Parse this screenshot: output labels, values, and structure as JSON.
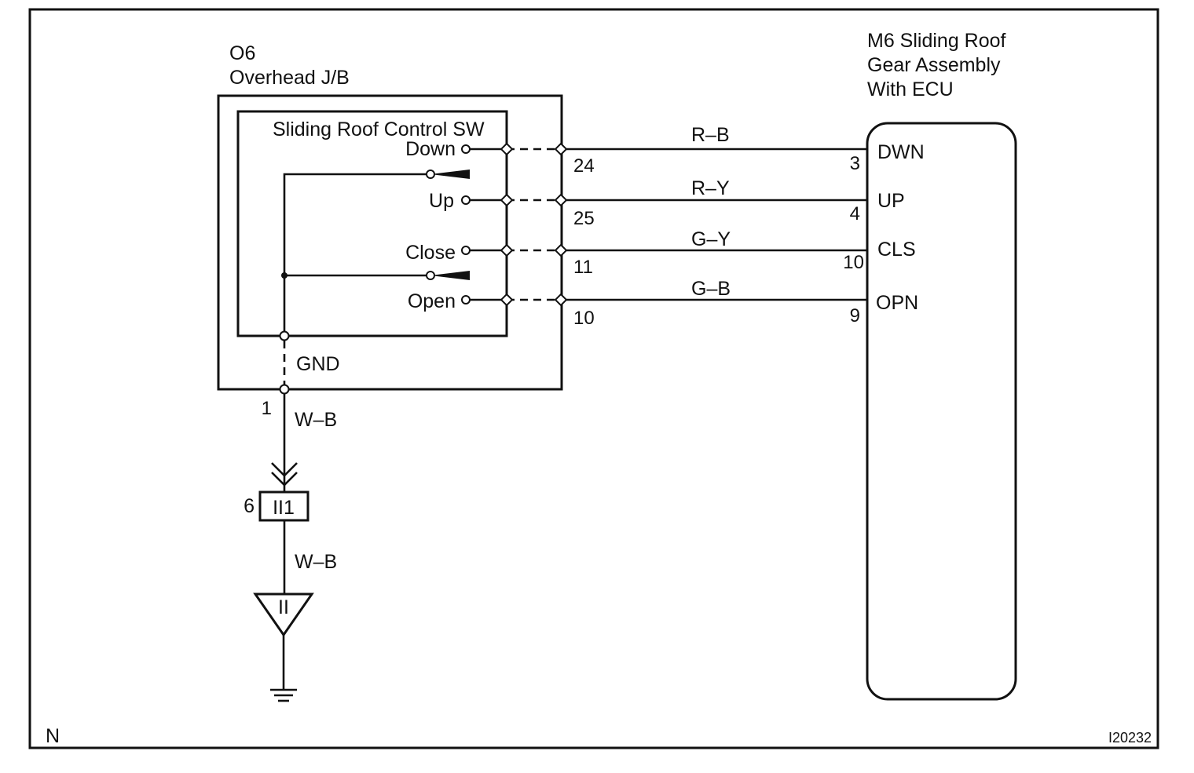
{
  "switch_box": {
    "code": "O6",
    "name": "Overhead J/B",
    "switch_title": "Sliding Roof Control SW",
    "gnd_label": "GND",
    "gnd_pin": "1"
  },
  "ecu": {
    "title_lines": [
      "M6 Sliding Roof",
      "Gear Assembly",
      "With ECU"
    ]
  },
  "circuits": [
    {
      "switch_pos": "Down",
      "jb_pin": "24",
      "wire_color": "R–B",
      "ecu_pin": "3",
      "ecu_terminal": "DWN"
    },
    {
      "switch_pos": "Up",
      "jb_pin": "25",
      "wire_color": "R–Y",
      "ecu_pin": "4",
      "ecu_terminal": "UP"
    },
    {
      "switch_pos": "Close",
      "jb_pin": "11",
      "wire_color": "G–Y",
      "ecu_pin": "10",
      "ecu_terminal": "CLS"
    },
    {
      "switch_pos": "Open",
      "jb_pin": "10",
      "wire_color": "G–B",
      "ecu_pin": "9",
      "ecu_terminal": "OPN"
    }
  ],
  "ground": {
    "wire_upper": "W–B",
    "connector_pin": "6",
    "connector_code": "II1",
    "wire_lower": "W–B",
    "ground_point": "II"
  },
  "footer": {
    "left_code": "N",
    "figure_id": "I20232"
  }
}
